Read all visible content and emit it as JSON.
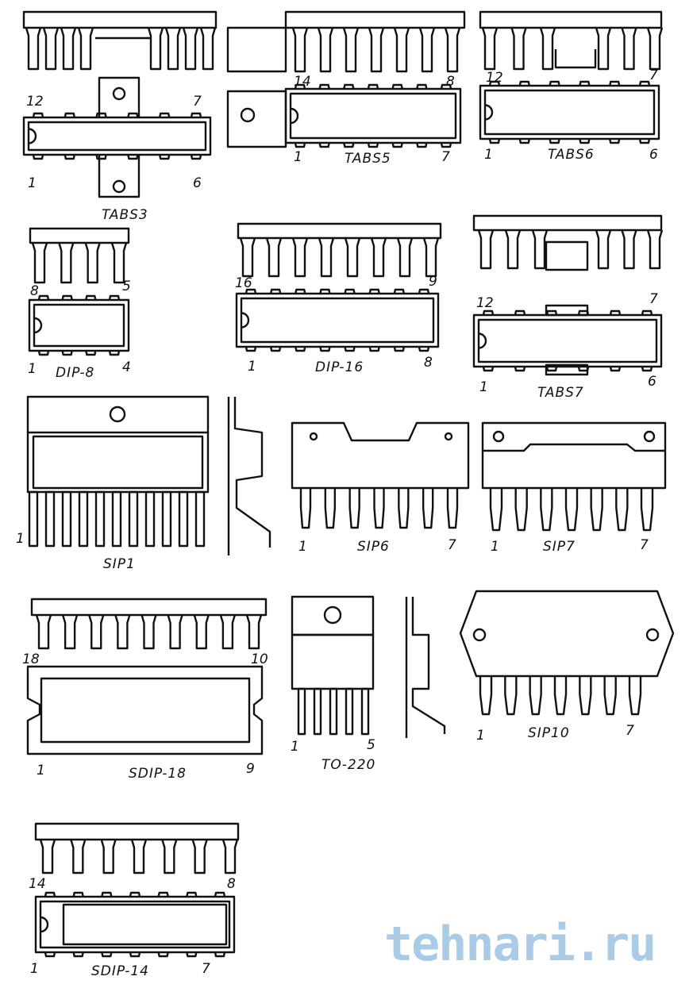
{
  "packages": {
    "tabs3": {
      "name": "TABS3",
      "pins": [
        "12",
        "7",
        "1",
        "6"
      ]
    },
    "tabs5": {
      "name": "TABS5",
      "pins": [
        "14",
        "8",
        "1",
        "7"
      ]
    },
    "tabs6": {
      "name": "TABS6",
      "pins": [
        "12",
        "7",
        "1",
        "6"
      ]
    },
    "dip8": {
      "name": "DIP-8",
      "pins": [
        "8",
        "5",
        "1",
        "4"
      ]
    },
    "dip16": {
      "name": "DIP-16",
      "pins": [
        "16",
        "9",
        "1",
        "8"
      ]
    },
    "tabs7": {
      "name": "TABS7",
      "pins": [
        "12",
        "7",
        "1",
        "6"
      ]
    },
    "sip1": {
      "name": "SIP1",
      "pins": [
        "1"
      ]
    },
    "sip6": {
      "name": "SIP6",
      "pins": [
        "1",
        "7"
      ]
    },
    "sip7": {
      "name": "SIP7",
      "pins": [
        "1",
        "7"
      ]
    },
    "sdip18": {
      "name": "SDIP-18",
      "pins": [
        "18",
        "10",
        "1",
        "9"
      ]
    },
    "to220": {
      "name": "TO-220",
      "pins": [
        "1",
        "5"
      ]
    },
    "sip10": {
      "name": "SIP10",
      "pins": [
        "1",
        "7"
      ]
    },
    "sdip14": {
      "name": "SDIP-14",
      "pins": [
        "14",
        "8",
        "1",
        "7"
      ]
    }
  },
  "watermark": "tehnari.ru",
  "colors": {
    "ink": "#111111",
    "watermark": "#a9cbe6"
  }
}
